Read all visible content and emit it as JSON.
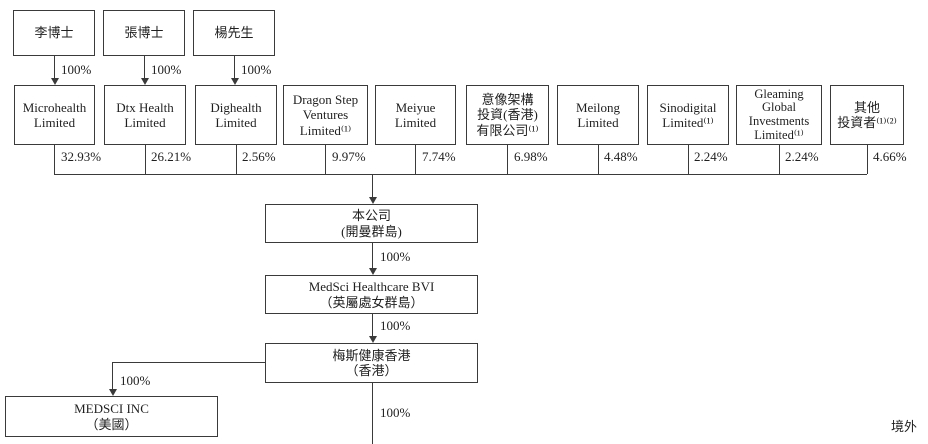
{
  "diagram": {
    "title": "shareholding-structure",
    "region_label": "境外",
    "individuals": [
      {
        "name": "李博士",
        "ownership": "100%"
      },
      {
        "name": "張博士",
        "ownership": "100%"
      },
      {
        "name": "楊先生",
        "ownership": "100%"
      }
    ],
    "shareholders": [
      {
        "name": "Microhealth\nLimited",
        "percent": "32.93%"
      },
      {
        "name": "Dtx Health\nLimited",
        "percent": "26.21%"
      },
      {
        "name": "Dighealth\nLimited",
        "percent": "2.56%"
      },
      {
        "name": "Dragon Step\nVentures\nLimited⁽¹⁾",
        "percent": "9.97%"
      },
      {
        "name": "Meiyue\nLimited",
        "percent": "7.74%"
      },
      {
        "name": "意像架構\n投資(香港)\n有限公司⁽¹⁾",
        "percent": "6.98%"
      },
      {
        "name": "Meilong\nLimited",
        "percent": "4.48%"
      },
      {
        "name": "Sinodigital\nLimited⁽¹⁾",
        "percent": "2.24%"
      },
      {
        "name": "Gleaming\nGlobal\nInvestments\nLimited⁽¹⁾",
        "percent": "2.24%"
      },
      {
        "name": "其他\n投資者⁽¹⁾⁽²⁾",
        "percent": "4.66%"
      }
    ],
    "chain": [
      {
        "name": "本公司\n(開曼群島)",
        "stake_below": "100%"
      },
      {
        "name": "MedSci Healthcare BVI\n（英屬處女群島）",
        "stake_below": "100%"
      },
      {
        "name": "梅斯健康香港\n（香港）",
        "stake_below": "100%",
        "stake_branch": "100%"
      },
      {
        "name": "MEDSCI INC\n（美國）"
      }
    ],
    "colors": {
      "line": "#3a3a3a",
      "text": "#1f1f1f",
      "background": "#ffffff"
    }
  }
}
